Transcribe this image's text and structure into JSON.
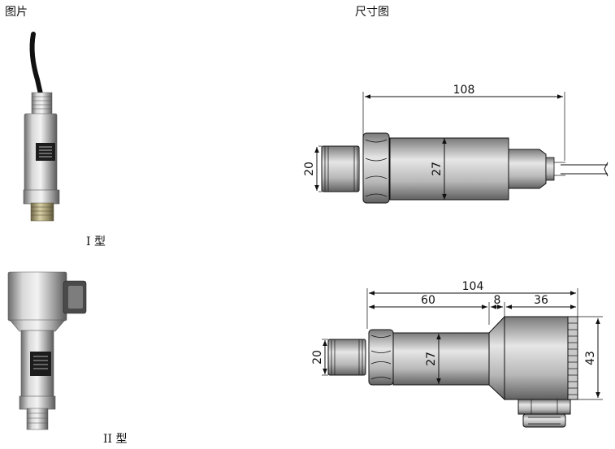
{
  "headers": {
    "photo": "图片",
    "drawing": "尺寸图"
  },
  "captions": {
    "type1": "I 型",
    "type2": "II 型"
  },
  "dims_type1": {
    "length": "108",
    "thread": "20",
    "body": "27"
  },
  "dims_type2": {
    "length": "104",
    "sec1": "60",
    "sec2": "8",
    "sec3": "36",
    "thread": "20",
    "body": "27",
    "head": "43"
  }
}
